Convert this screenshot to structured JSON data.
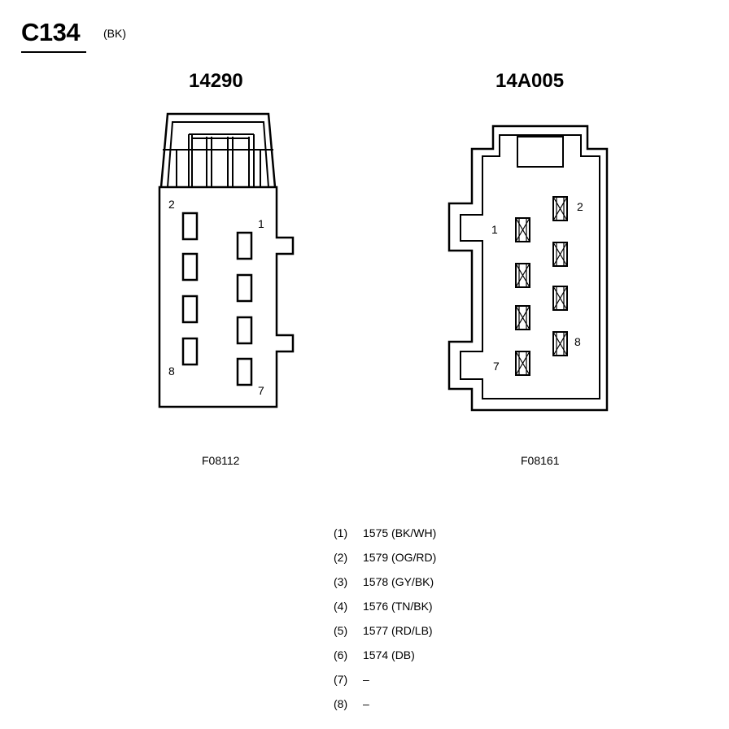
{
  "connector": {
    "id": "C134",
    "color": "(BK)"
  },
  "left_view": {
    "part_number": "14290",
    "figure_code": "F08112",
    "pin_labels": {
      "p2": "2",
      "p1": "1",
      "p8": "8",
      "p7": "7"
    }
  },
  "right_view": {
    "part_number": "14A005",
    "figure_code": "F08161",
    "pin_labels": {
      "p2": "2",
      "p1": "1",
      "p8": "8",
      "p7": "7"
    }
  },
  "pins": [
    {
      "num": "(1)",
      "desc": "1575 (BK/WH)"
    },
    {
      "num": "(2)",
      "desc": "1579 (OG/RD)"
    },
    {
      "num": "(3)",
      "desc": "1578 (GY/BK)"
    },
    {
      "num": "(4)",
      "desc": "1576 (TN/BK)"
    },
    {
      "num": "(5)",
      "desc": "1577 (RD/LB)"
    },
    {
      "num": "(6)",
      "desc": "1574 (DB)"
    },
    {
      "num": "(7)",
      "desc": "–"
    },
    {
      "num": "(8)",
      "desc": "–"
    }
  ]
}
